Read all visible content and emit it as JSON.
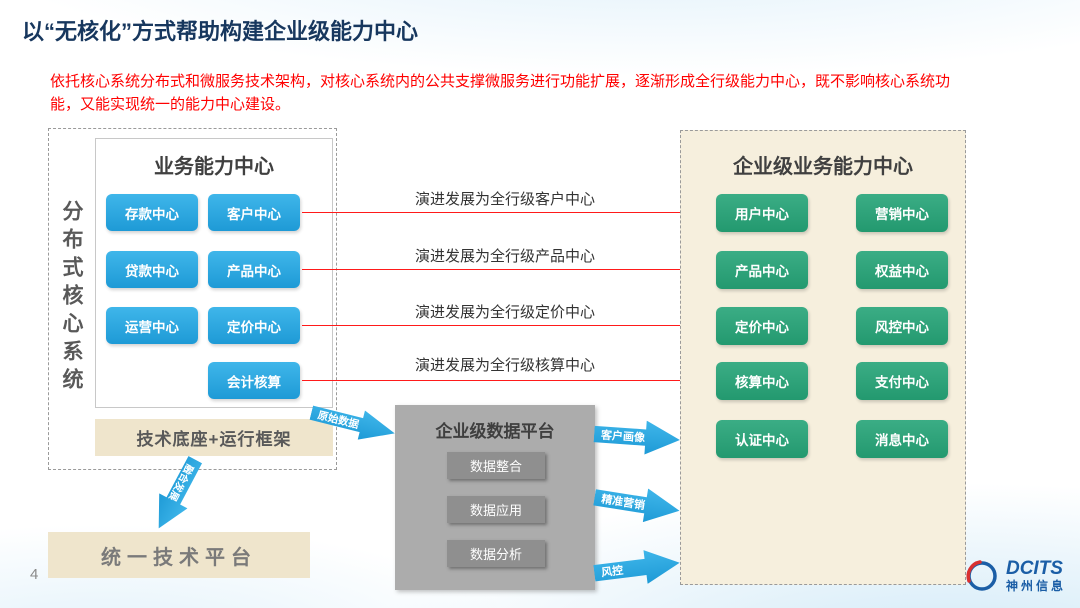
{
  "slide": {
    "title": "以“无核化”方式帮助构建企业级能力中心",
    "subtitle": "依托核心系统分布式和微服务技术架构，对核心系统内的公共支撑微服务进行功能扩展，逐渐形成全行级能力中心，既不影响核心系统功能，又能实现统一的能力中心建设。",
    "page_number": "4"
  },
  "core_system": {
    "vertical_label": "分布式核心系统",
    "business_center_title": "业务能力中心",
    "centers": [
      "存款中心",
      "客户中心",
      "贷款中心",
      "产品中心",
      "运营中心",
      "定价中心",
      "会计核算"
    ],
    "tech_base": "技术底座+运行框架",
    "fusion_arrow": "融合发展",
    "unified_platform": "统一技术平台"
  },
  "evolution_arrows": [
    "演进发展为全行级客户中心",
    "演进发展为全行级产品中心",
    "演进发展为全行级定价中心",
    "演进发展为全行级核算中心"
  ],
  "data_platform": {
    "title": "企业级数据平台",
    "input_arrow": "原始数据",
    "modules": [
      "数据整合",
      "数据应用",
      "数据分析"
    ],
    "outputs": [
      "客户画像",
      "精准营销",
      "风控"
    ]
  },
  "enterprise_center": {
    "title": "企业级业务能力中心",
    "centers": [
      "用户中心",
      "营销中心",
      "产品中心",
      "权益中心",
      "定价中心",
      "风控中心",
      "核算中心",
      "支付中心",
      "认证中心",
      "消息中心"
    ]
  },
  "logo": {
    "brand": "DCITS",
    "company": "神州信息"
  },
  "colors": {
    "title_navy": "#17375E",
    "subtitle_red": "#FF0000",
    "blue_button": "#29A5DE",
    "green_button": "#2EA279",
    "red_arrow": "#FF1A1A",
    "beige_panel": "#F6EFDD",
    "gray_platform": "#ACACAC",
    "logo_blue": "#1B5EA6"
  }
}
